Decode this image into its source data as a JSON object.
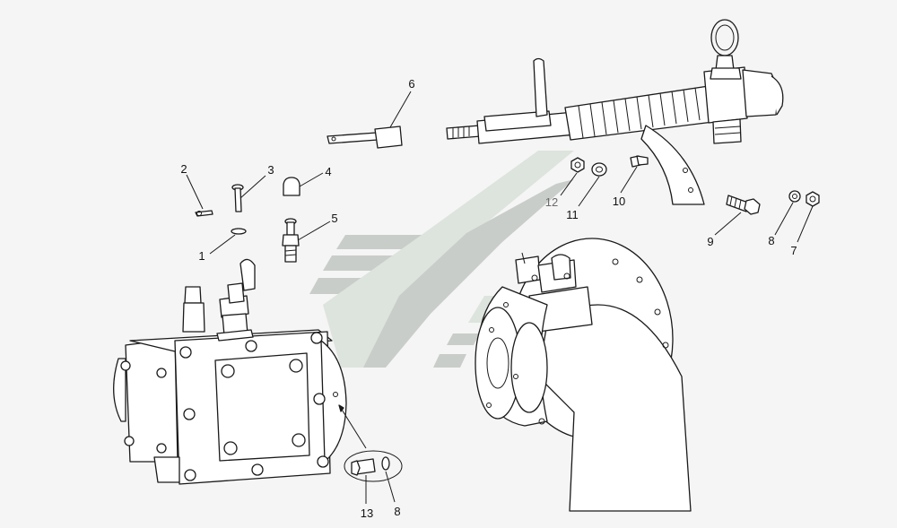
{
  "colors": {
    "background": "#f5f5f5",
    "line": "#1a1a1a",
    "watermark": "#c9cdc9"
  },
  "callouts": [
    {
      "id": "c1",
      "label": "1"
    },
    {
      "id": "c2",
      "label": "2"
    },
    {
      "id": "c3",
      "label": "3"
    },
    {
      "id": "c4",
      "label": "4"
    },
    {
      "id": "c5",
      "label": "5"
    },
    {
      "id": "c6",
      "label": "6"
    },
    {
      "id": "c7",
      "label": "7"
    },
    {
      "id": "c8a",
      "label": "8"
    },
    {
      "id": "c9",
      "label": "9"
    },
    {
      "id": "c10",
      "label": "10"
    },
    {
      "id": "c11",
      "label": "11"
    },
    {
      "id": "c12",
      "label": "12"
    },
    {
      "id": "c13",
      "label": "13"
    },
    {
      "id": "c8b",
      "label": "8"
    }
  ]
}
